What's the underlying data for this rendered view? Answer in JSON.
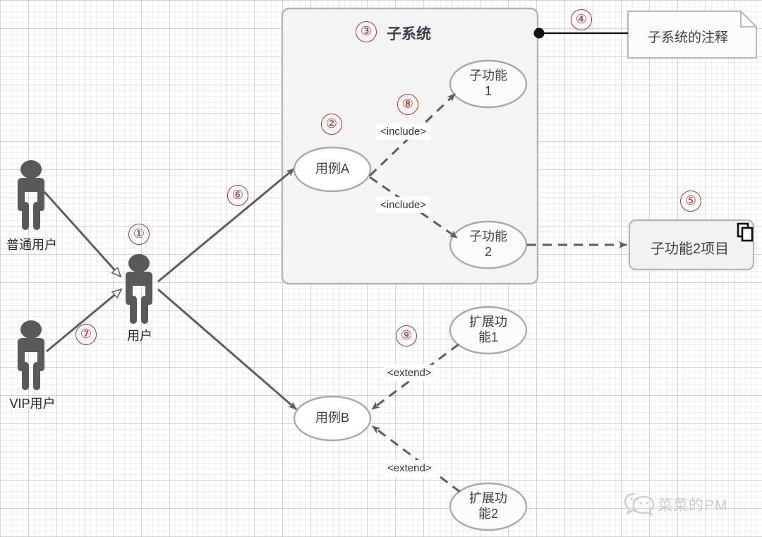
{
  "diagram": {
    "type": "uml-use-case-diagram",
    "colors": {
      "marker_red": "#a8382c",
      "actor_gray": "#595959",
      "ellipse_stroke": "#aaaaaa",
      "line_gray": "#5a5f63",
      "subsystem_fill": "#f4f4f5",
      "subsystem_stroke": "#b4b4b4",
      "note_line_black": "#111111",
      "text_dark": "#333a40",
      "watermark": "#c9ccd4"
    },
    "actors": [
      {
        "id": "actor-normal-user",
        "label": "普通用户"
      },
      {
        "id": "actor-vip-user",
        "label": "VIP用户"
      },
      {
        "id": "actor-user",
        "label": "用户"
      }
    ],
    "subsystem": {
      "title": "子系统",
      "marker": "③"
    },
    "use_cases": [
      {
        "id": "use-case-a",
        "label": "用例A"
      },
      {
        "id": "use-case-b",
        "label": "用例B"
      },
      {
        "id": "sub-function-1",
        "label": "子功能\n1"
      },
      {
        "id": "sub-function-2",
        "label": "子功能\n2"
      },
      {
        "id": "extend-function-1",
        "label": "扩展功\n能1"
      },
      {
        "id": "extend-function-2",
        "label": "扩展功\n能2"
      }
    ],
    "note": {
      "text": "子系统的注释",
      "marker": "④"
    },
    "artifact": {
      "text": "子功能2项目",
      "marker": "⑤"
    },
    "stereotypes": [
      {
        "id": "include-top",
        "label": "<include>"
      },
      {
        "id": "include-bottom",
        "label": "<include>"
      },
      {
        "id": "extend-top",
        "label": "<extend>"
      },
      {
        "id": "extend-bottom",
        "label": "<extend>"
      }
    ],
    "markers": [
      {
        "id": "marker-1",
        "label": "①",
        "describes": "actor-user"
      },
      {
        "id": "marker-2",
        "label": "②",
        "describes": "use-case-a"
      },
      {
        "id": "marker-3",
        "label": "③",
        "describes": "subsystem"
      },
      {
        "id": "marker-4",
        "label": "④",
        "describes": "note"
      },
      {
        "id": "marker-5",
        "label": "⑤",
        "describes": "artifact"
      },
      {
        "id": "marker-6",
        "label": "⑥",
        "describes": "association"
      },
      {
        "id": "marker-7",
        "label": "⑦",
        "describes": "generalization"
      },
      {
        "id": "marker-8",
        "label": "⑧",
        "describes": "include-relation"
      },
      {
        "id": "marker-9",
        "label": "⑨",
        "describes": "extend-relation"
      }
    ],
    "watermark": {
      "text": "菜菜的PM",
      "icon": "wechat-icon"
    }
  }
}
